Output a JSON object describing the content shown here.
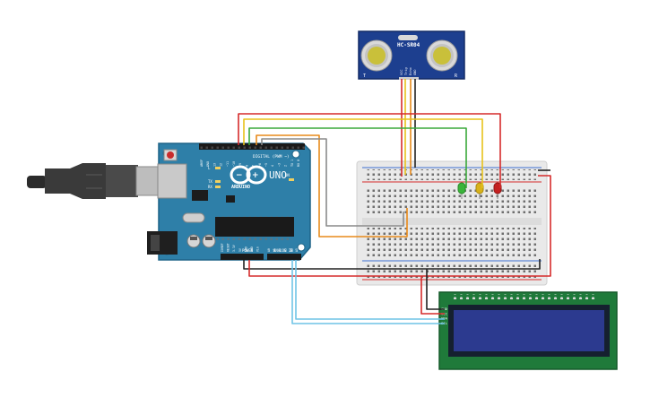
{
  "colors": {
    "arduino_board": "#2e7fa8",
    "arduino_board_dark": "#1f6487",
    "breadboard": "#e9e9e9",
    "lcd_board": "#1f7a3a",
    "lcd_screen": "#2c3a8f",
    "sensor_board": "#1d3f8f",
    "wire_red": "#d52b2b",
    "wire_black": "#222222",
    "wire_green": "#3aa83a",
    "wire_yellow": "#e8c21a",
    "wire_orange": "#e88a1a",
    "wire_gray": "#8a8a8a",
    "wire_blue": "#6fc4e6",
    "led_green": "#3ab43a",
    "led_yellow": "#d8b21a",
    "led_red": "#c42020"
  },
  "sensor": {
    "model_label": "HC-SR04",
    "pin_labels": [
      "VCC",
      "Trig",
      "Echo",
      "GND"
    ],
    "corner_label_left": "T",
    "corner_label_right": "R"
  },
  "arduino": {
    "logo_label": "UNO",
    "brand_label": "ARDUINO",
    "digital_header_label": "DIGITAL (PWM ~)",
    "power_header_label": "POWER",
    "analog_header_label": "ANALOG IN",
    "on_label": "ON",
    "tx_label": "TX",
    "rx_label": "RX",
    "l_label": "L",
    "digital_pins": [
      "AREF",
      "GND",
      "13",
      "12",
      "~11",
      "~10",
      "~9",
      "8",
      "7",
      "~6",
      "~5",
      "4",
      "~3",
      "2",
      "TX 1",
      "RX 0"
    ],
    "power_pins": [
      "IOREF",
      "RESET",
      "3.3V",
      "5V",
      "GND",
      "GND",
      "Vin"
    ],
    "analog_pins": [
      "A0",
      "A1",
      "A2",
      "A3",
      "A4",
      "A5"
    ]
  },
  "lcd": {
    "pin_labels": [
      "GND",
      "VCC",
      "SDA",
      "SCL"
    ]
  }
}
